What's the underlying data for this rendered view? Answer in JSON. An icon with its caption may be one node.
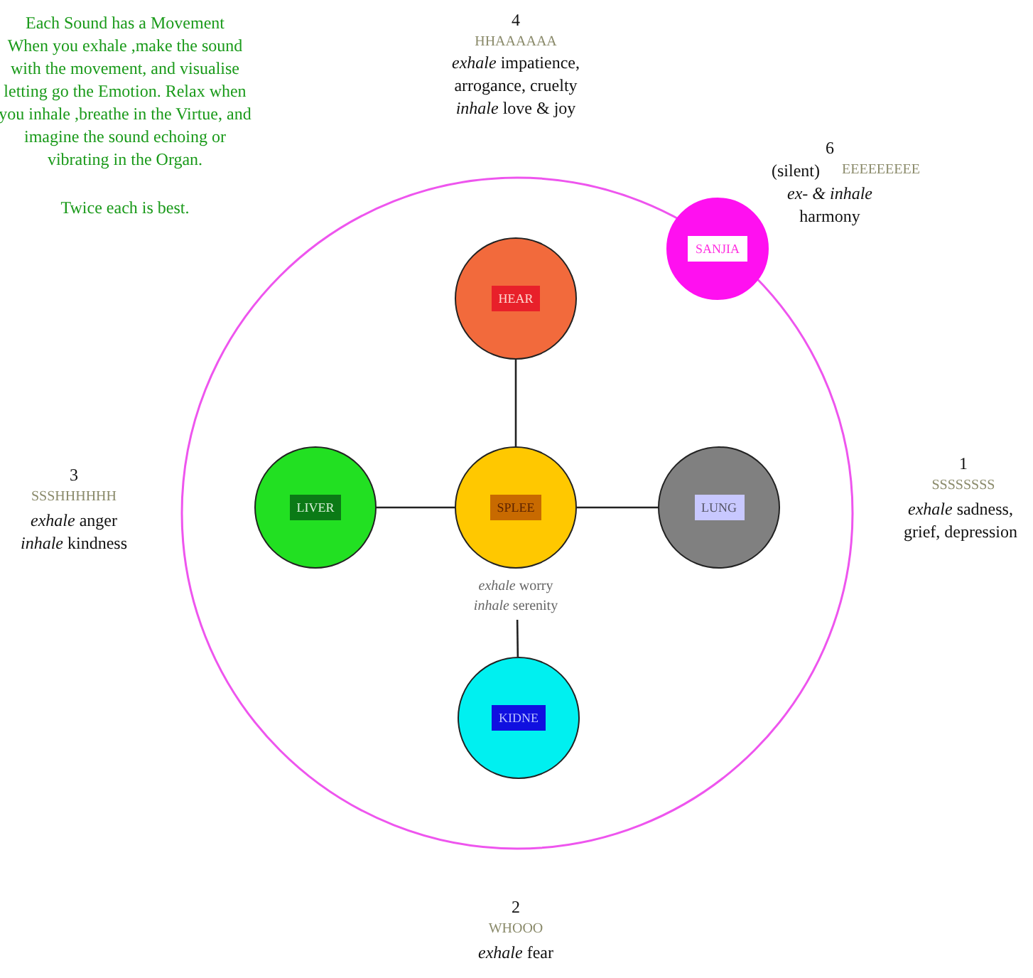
{
  "diagram": {
    "nodes": [
      {
        "text": [
          "HEAR"
        ]
      },
      {
        "text": [
          "LIVER"
        ]
      },
      {
        "text": [
          "SPLEE"
        ],
        "beside": [
          "*exhale* worry",
          "*inhale* serenity"
        ]
      },
      {
        "text": [
          "LUNG"
        ]
      },
      {
        "text": [
          "KIDNE"
        ]
      },
      {
        "text": [
          "SANJIA"
        ]
      }
    ],
    "edges": [
      {
        "from": 0,
        "to": 2,
        "arrow": "none"
      },
      {
        "from": 1,
        "to": 2,
        "arrow": "none"
      },
      {
        "from": 2,
        "to": 3,
        "arrow": "none"
      },
      {
        "from": 2,
        "to": 4,
        "arrow": "none"
      }
    ],
    "labels": [
      "Each Sound has a Movement",
      "When you exhale ,make the sound with the movement, and visualise letting go the Emotion. Relax when you inhale ,breathe in the Virtue, and imagine the sound echoing or vibrating in the Organ.",
      "Twice each is best.",
      "4",
      "HHAAAAAA",
      "*exhale* impatience, arrogance, cruelty",
      "*inhale* love & joy",
      "6",
      "(silent)",
      "EEEEEEEEE",
      "*ex- & inhale*",
      "harmony",
      "3",
      "SSSHHHHHH",
      "*exhale* anger",
      "*inhale* kindness",
      "1",
      "SSSSSSSS",
      "*exhale* sadness, grief, depression",
      "2",
      "WHOOO",
      "*exhale* fear"
    ]
  }
}
